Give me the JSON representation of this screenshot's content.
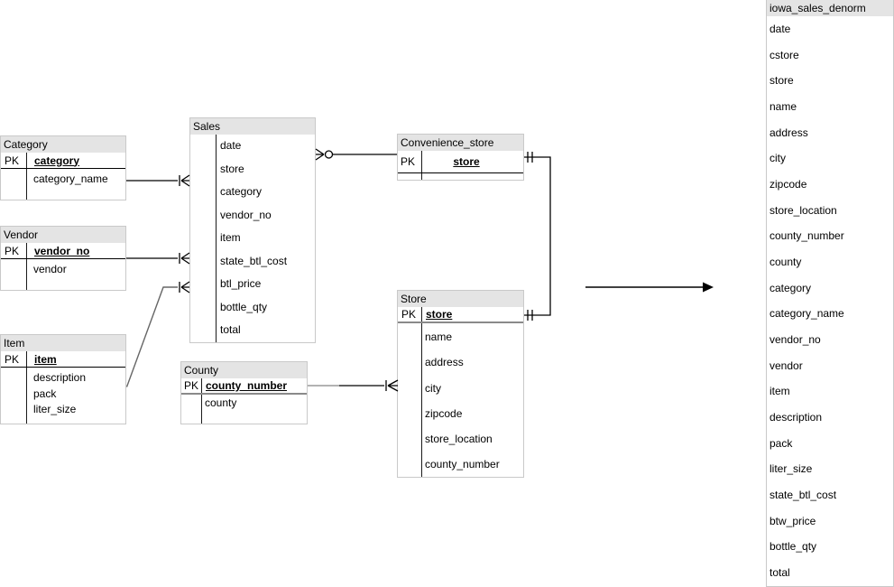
{
  "colors": {
    "table_header_bg": "#e4e4e4",
    "table_border": "#c9c9c9",
    "relationship_line": "#000000",
    "secondary_line": "#8a8a8a",
    "background": "#ffffff"
  },
  "tables": [
    {
      "id": "category",
      "title": "Category",
      "pk_label": "PK",
      "pk_field": "category",
      "fields": [
        "category_name"
      ]
    },
    {
      "id": "vendor",
      "title": "Vendor",
      "pk_label": "PK",
      "pk_field": "vendor_no",
      "fields": [
        "vendor"
      ]
    },
    {
      "id": "item",
      "title": "Item",
      "pk_label": "PK",
      "pk_field": "item",
      "fields": [
        "description",
        "pack",
        "liter_size"
      ]
    },
    {
      "id": "sales",
      "title": "Sales",
      "pk_label": "",
      "pk_field": "",
      "fields": [
        "date",
        "store",
        "category",
        "vendor_no",
        "item",
        "state_btl_cost",
        "btl_price",
        "bottle_qty",
        "total"
      ]
    },
    {
      "id": "county",
      "title": "County",
      "pk_label": "PK",
      "pk_field": "county_number",
      "fields": [
        "county"
      ]
    },
    {
      "id": "convenience_store",
      "title": "Convenience_store",
      "pk_label": "PK",
      "pk_field": "store",
      "fields": []
    },
    {
      "id": "store",
      "title": "Store",
      "pk_label": "PK",
      "pk_field": "store",
      "fields": [
        "name",
        "address",
        "city",
        "zipcode",
        "store_location",
        "county_number"
      ]
    }
  ],
  "denorm_panel": {
    "title": "iowa_sales_denorm",
    "fields": [
      "date",
      "cstore",
      "store",
      "name",
      "address",
      "city",
      "zipcode",
      "store_location",
      "county_number",
      "county",
      "category",
      "category_name",
      "vendor_no",
      "vendor",
      "item",
      "description",
      "pack",
      "liter_size",
      "state_btl_cost",
      "btw_price",
      "bottle_qty",
      "total"
    ]
  },
  "relationships": [
    {
      "from": "Category",
      "to": "Sales",
      "cardinality": "one-to-many"
    },
    {
      "from": "Vendor",
      "to": "Sales",
      "cardinality": "one-to-many"
    },
    {
      "from": "Item",
      "to": "Sales",
      "cardinality": "one-to-many"
    },
    {
      "from": "Sales",
      "to": "Convenience_store",
      "cardinality": "zero-or-many-to-one"
    },
    {
      "from": "Convenience_store",
      "to": "Store",
      "cardinality": "one-to-one"
    },
    {
      "from": "County",
      "to": "Store",
      "cardinality": "one-to-many"
    },
    {
      "from": "ER-diagram",
      "to": "iowa_sales_denorm",
      "cardinality": "transform-arrow"
    }
  ]
}
